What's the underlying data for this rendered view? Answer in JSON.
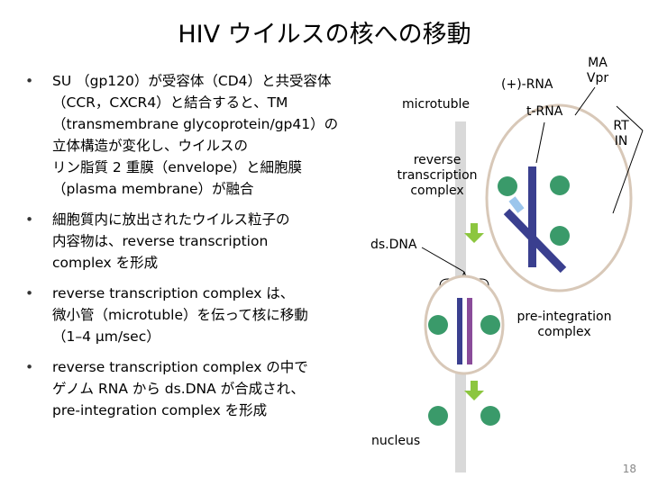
{
  "slide": {
    "title": "HIV ウイルスの核への移動",
    "page_number": "18"
  },
  "bullets": [
    {
      "lines": [
        "SU （gp120）が受容体（CD4）と共受容体",
        "（CCR，CXCR4）と結合すると、TM",
        "（transmembrane glycoprotein/gp41）の",
        "立体構造が変化し、ウイルスの",
        "リン脂質 2 重膜（envelope）と細胞膜",
        "（plasma membrane）が融合"
      ]
    },
    {
      "lines": [
        "細胞質内に放出されたウイルス粒子の",
        "内容物は、reverse transcription",
        "complex を形成"
      ]
    },
    {
      "lines": [
        "reverse transcription complex は、",
        "微小管（microtuble）を伝って核に移動",
        "（1–4 µm/sec）"
      ]
    },
    {
      "lines": [
        "reverse transcription complex の中で",
        "ゲノム RNA から ds.DNA が合成され、",
        "pre-integration complex を形成"
      ]
    }
  ],
  "diagram": {
    "labels": {
      "microtuble": "microtuble",
      "rtc_line1": "reverse",
      "rtc_line2": "transcription",
      "rtc_line3": "complex",
      "plus_rna": "(+)-RNA",
      "ma_line1": "MA",
      "ma_line2": "Vpr",
      "trna": "t-RNA",
      "rt_line1": "RT",
      "rt_line2": "IN",
      "dsdna": "ds.DNA",
      "pic_line1": "pre-integration",
      "pic_line2": "complex",
      "nucleus": "nucleus"
    },
    "colors": {
      "microtubule": "#d9d9d9",
      "green_dot": "#3a9a6a",
      "arrow": "#8cc63f",
      "strand_navy": "#3a3f8f",
      "strand_purple": "#8a4c9a",
      "trna_blue": "#9cc6ec",
      "outline": "#d8c8b8"
    }
  }
}
